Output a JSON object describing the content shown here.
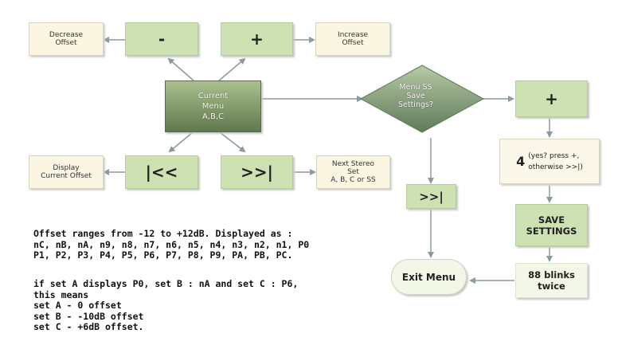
{
  "nodes": {
    "decrease_offset": "Decrease\nOffset",
    "minus": "-",
    "plus": "+",
    "increase_offset": "Increase\nOffset",
    "current_menu": "Current\nMenu\nA,B,C",
    "menu_ss_save": "Menu SS\nSave\nSettings?",
    "plus_right": "+",
    "display_offset": "Display\nCurrent Offset",
    "back": "|<<",
    "forward": ">>|",
    "next_stereo": "Next Stereo\nSet\nA, B, C or SS",
    "four_num": "4",
    "four_text": "(yes? press +,\notherwise >>|)",
    "forward_mid": ">>|",
    "save_settings": "SAVE\nSETTINGS",
    "exit_menu": "Exit Menu",
    "blinks": "88 blinks\ntwice"
  },
  "notes": {
    "offset_ranges": "Offset ranges from -12 to +12dB. Displayed as :\nnC, nB, nA, n9, n8, n7, n6, n5, n4, n3, n2, n1, P0\nP1, P2, P3, P4, P5, P6, P7, P8, P9, PA, PB, PC.",
    "example": "if set A displays P0, set B : nA and set C : P6,\nthis means\nset A - 0 offset\nset B - -10dB offset\nset C - +6dB offset."
  },
  "colors": {
    "node_green": "#cde1b2",
    "note_cream": "#fbf6e1",
    "current_menu_dark": "#61784f",
    "arrow": "#8a9a9f"
  }
}
